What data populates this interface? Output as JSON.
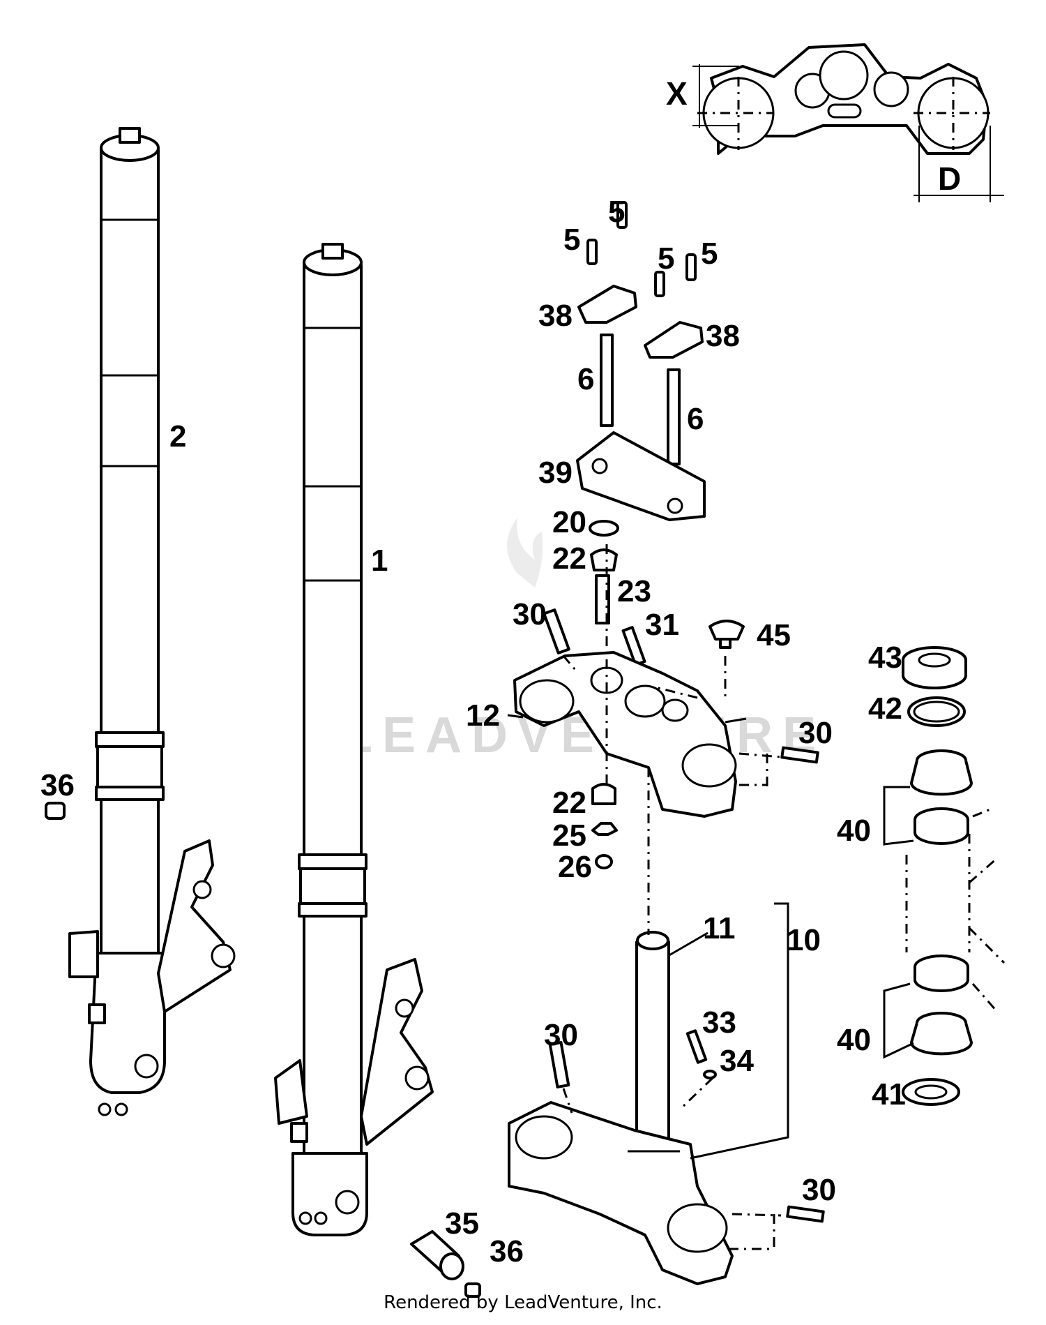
{
  "diagram": {
    "callouts": {
      "c1": "1",
      "c2": "2",
      "c5a": "5",
      "c5b": "5",
      "c5c": "5",
      "c5d": "5",
      "c6a": "6",
      "c6b": "6",
      "c10": "10",
      "c11": "11",
      "c12": "12",
      "c20": "20",
      "c22a": "22",
      "c22b": "22",
      "c23": "23",
      "c25": "25",
      "c26": "26",
      "c30a": "30",
      "c30b": "30",
      "c30c": "30",
      "c30d": "30",
      "c31": "31",
      "c33": "33",
      "c34": "34",
      "c35": "35",
      "c36a": "36",
      "c36b": "36",
      "c38a": "38",
      "c38b": "38",
      "c39": "39",
      "c40a": "40",
      "c40b": "40",
      "c41": "41",
      "c42": "42",
      "c43": "43",
      "c45": "45"
    },
    "dimensions": {
      "x_label": "X",
      "d_label": "D"
    },
    "watermark": "LEADVENTURE"
  },
  "footer": {
    "text": "Rendered by LeadVenture, Inc."
  }
}
